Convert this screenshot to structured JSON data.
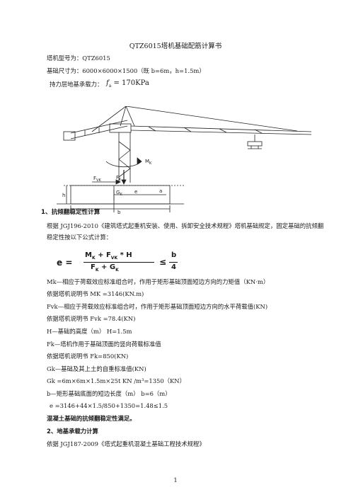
{
  "title": "QTZ6015塔机基础配筋计算书",
  "header": {
    "model": "塔机型号为：QTZ6015",
    "size": "基础尺寸为：6000×6000×1500（既 b=6m，h=1.5m）",
    "bearing_label": "持力层地基承载力：",
    "bearing_value": "f_a = 170KPa"
  },
  "diagram": {
    "labels": {
      "mk": "M",
      "mk_sub": "K",
      "fvk": "F",
      "fvk_sub": "VK",
      "fk": "F",
      "fk_sub": "K",
      "gk": "G",
      "gk_sub": "K",
      "b": "b",
      "h": "h",
      "e": "e",
      "a": "a"
    }
  },
  "sections": {
    "s1_heading": "1、抗倾翻稳定性计算",
    "s1_intro_1": "根据 JGJ196-2010《建筑塔式起重机安装、使用、拆卸安全技术规程》塔机基础规定，固定基础的抗倾翻",
    "s1_intro_2": "稳定性按以下公式计算：",
    "formula": {
      "lhs": "e =",
      "numerator": "M",
      "num_sub1": "K",
      "num_plus1": " + F",
      "num_sub2": "VK",
      "num_rest": " * H",
      "denominator": "F",
      "den_sub1": "K",
      "den_plus": " + G",
      "den_sub2": "K",
      "leq": "≤",
      "rhs_num": "b",
      "rhs_den": "4"
    },
    "lines": [
      "Mk—相应于荷载效应标准组合时，作用于矩形基础顶面短边方向的力矩值（KN·m）",
      "依据塔机说明书 MK =3146(KN.m)",
      "Fvk—相应于荷载效应标准组合时，作用于矩形基础顶面短边方向的水平荷载值(KN)",
      "依据塔机说明书 Fvk =78.4(KN)",
      "H—基础的高度（m） H=1.5m",
      "Fk—塔机作用于基础顶面的竖向荷载标准值",
      "依据塔机说明书 Fk=850(KN)",
      "Gk—基础及其上土的自重标准值(KN)",
      "Gk =6m×6m×1.5m×25t KN /m³=1350（KN）",
      "b—矩形基础底面的短边长度（m）   b=6（m）",
      "e =3146+44×1.5/850+1350=1.48≤1.5"
    ],
    "s1_conclusion": "混凝土基础的抗倾翻稳定性满足。",
    "s2_heading": "2、地基承载力计算",
    "s2_line": "依据 JGJ187-2009《塔式起重机混凝土基础工程技术规程》"
  },
  "page_number": "1"
}
